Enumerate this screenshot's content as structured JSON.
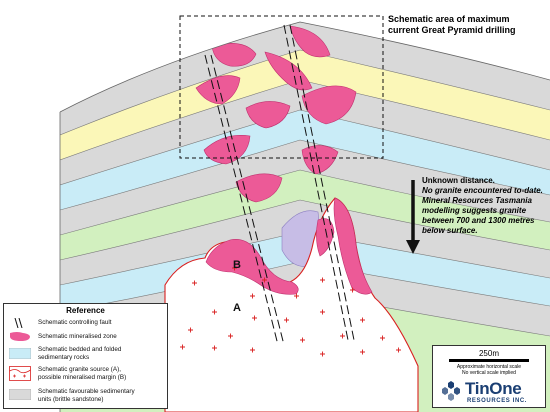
{
  "callout": {
    "title_line1": "Schematic area of maximum",
    "title_line2": "current Great Pyramid drilling"
  },
  "depth_note": {
    "line1": "Unknown distance.",
    "line2": "No granite encountered to-date.",
    "line3": "Mineral Resources Tasmania",
    "line4": "modelling suggests granite",
    "line5": "between 700 and 1300 metres",
    "line6": "below surface."
  },
  "labels": {
    "a": "A",
    "b": "B"
  },
  "legend": {
    "title": "Reference",
    "items": [
      {
        "label_line1": "Schematic controlling fault",
        "label_line2": ""
      },
      {
        "label_line1": "Schematic mineralised zone",
        "label_line2": ""
      },
      {
        "label_line1": "Schematic bedded and folded",
        "label_line2": "sedimentary rocks"
      },
      {
        "label_line1": "Schematic granite source (A),",
        "label_line2": "possible mineralised margin (B)"
      },
      {
        "label_line1": "Schematic favourable sedimentary",
        "label_line2": "units (brittle sandstone)"
      }
    ]
  },
  "scale": {
    "label": "250m",
    "note1": "Approximate horizontal scale",
    "note2": "No vertical scale implied"
  },
  "logo": {
    "name": "TinOne",
    "subtitle": "RESOURCES INC."
  },
  "colors": {
    "sandstone_grey": "#d9d9d9",
    "bed_yellow": "#fbf7b8",
    "bed_cyan": "#c9ecf7",
    "bed_green": "#d2f0bf",
    "mineral_pink": "#ec5a97",
    "granite_outline": "#d92020",
    "intrusion_lavender": "#c7bde6",
    "logo_blue": "#1b3f73"
  }
}
